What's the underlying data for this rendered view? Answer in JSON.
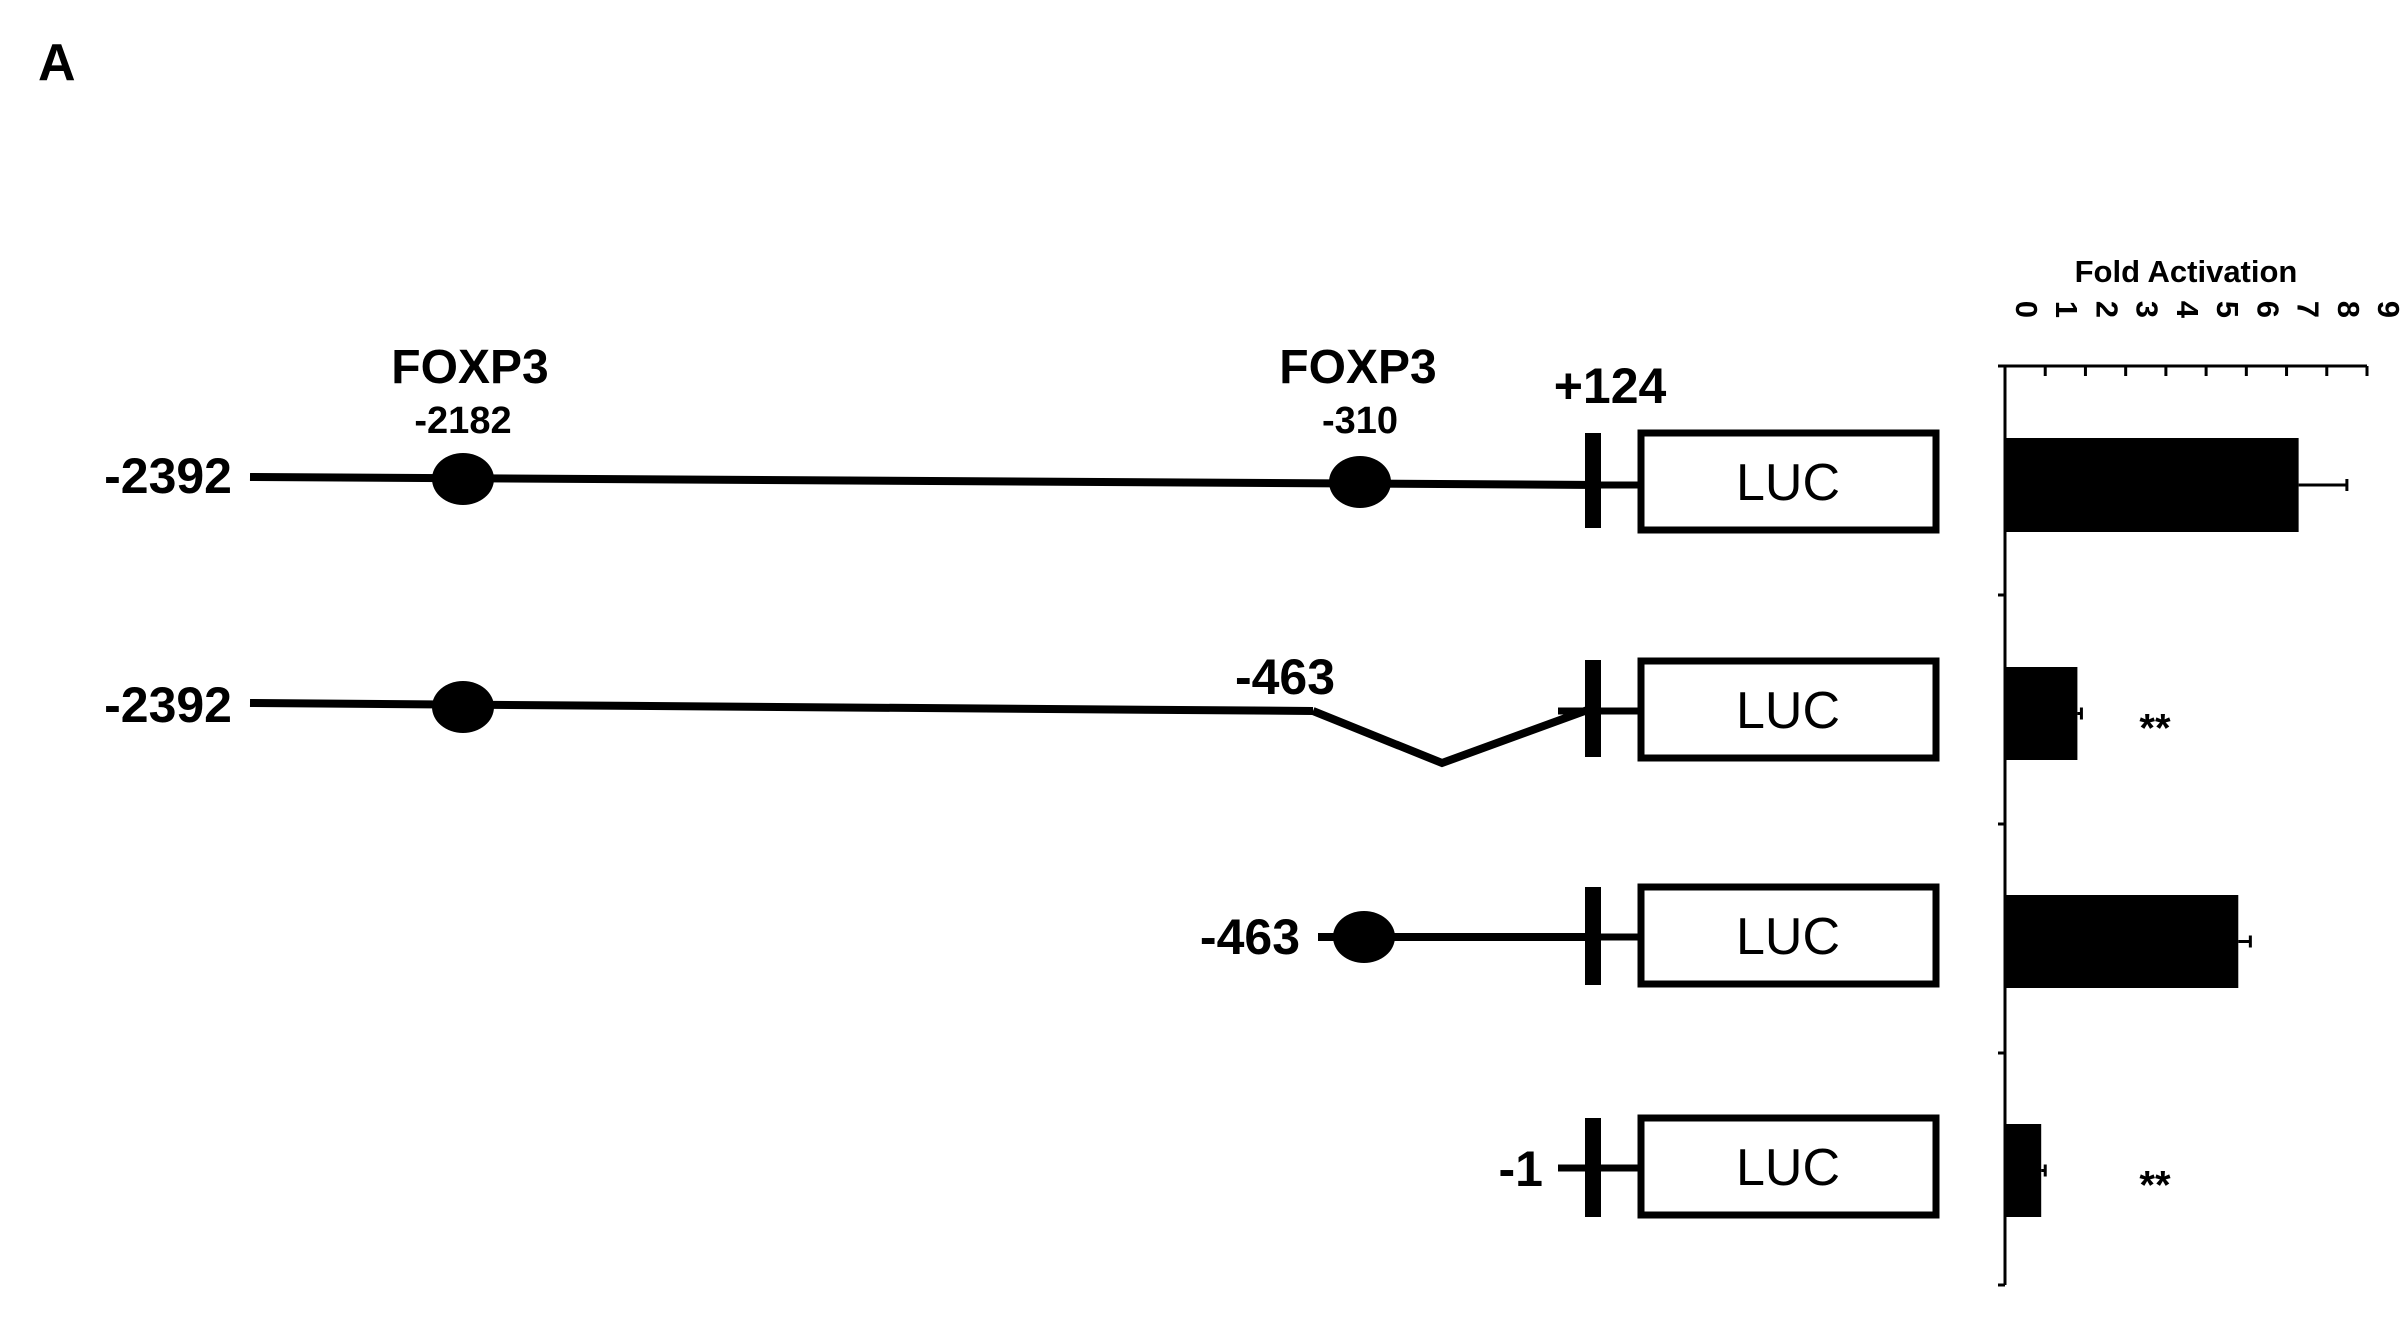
{
  "figure": {
    "panel_label": "A",
    "site_name": "FOXP3",
    "reporter_label": "LUC",
    "tss_label": "+124",
    "constructs": [
      {
        "start_label": "-2392",
        "sites": [
          "-2182",
          "-310"
        ],
        "deletion_label": null,
        "significance": ""
      },
      {
        "start_label": "-2392",
        "sites": [],
        "deletion_label": "-463",
        "significance": "**"
      },
      {
        "start_label": "-463",
        "sites": [],
        "deletion_label": null,
        "significance": ""
      },
      {
        "start_label": "-1",
        "sites": [],
        "deletion_label": null,
        "significance": "**"
      }
    ]
  },
  "chart_data": {
    "type": "bar",
    "orientation": "horizontal",
    "title": "Fold Activation",
    "xlim": [
      0,
      9
    ],
    "ticks": [
      0,
      1,
      2,
      3,
      4,
      5,
      6,
      7,
      8,
      9
    ],
    "tick_labels": [
      "0",
      "1",
      "2",
      "3",
      "4",
      "5",
      "6",
      "7",
      "8",
      "9"
    ],
    "values": [
      7.3,
      1.8,
      5.8,
      0.9
    ],
    "errors": [
      1.2,
      0.1,
      0.3,
      0.1
    ],
    "annotations": [
      "",
      "**",
      "",
      "**"
    ],
    "bar_color": "#000000"
  }
}
